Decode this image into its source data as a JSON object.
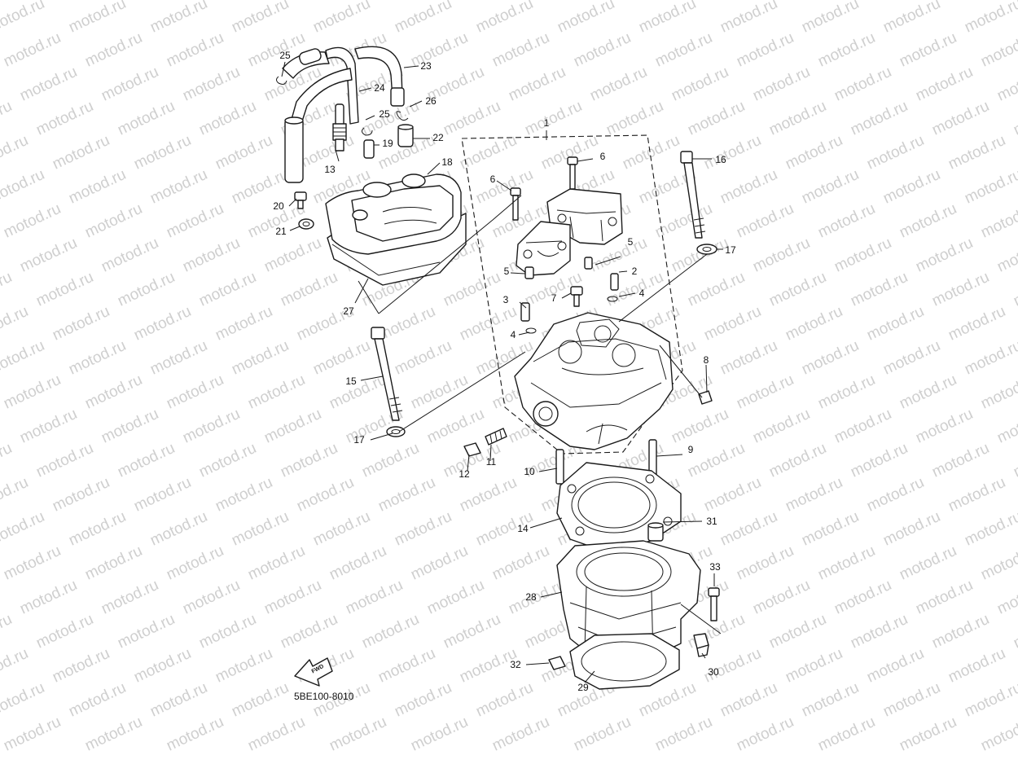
{
  "watermark": "motod.ru",
  "diagram_code": "5BE100-8010",
  "fwd_label": "FWD",
  "callouts": [
    {
      "id": "c1",
      "label": "1"
    },
    {
      "id": "c2",
      "label": "2"
    },
    {
      "id": "c3",
      "label": "3"
    },
    {
      "id": "c4a",
      "label": "4"
    },
    {
      "id": "c4b",
      "label": "4"
    },
    {
      "id": "c5a",
      "label": "5"
    },
    {
      "id": "c5b",
      "label": "5"
    },
    {
      "id": "c6a",
      "label": "6"
    },
    {
      "id": "c6b",
      "label": "6"
    },
    {
      "id": "c7",
      "label": "7"
    },
    {
      "id": "c8",
      "label": "8"
    },
    {
      "id": "c9",
      "label": "9"
    },
    {
      "id": "c10",
      "label": "10"
    },
    {
      "id": "c11",
      "label": "11"
    },
    {
      "id": "c12",
      "label": "12"
    },
    {
      "id": "c13",
      "label": "13"
    },
    {
      "id": "c14",
      "label": "14"
    },
    {
      "id": "c15",
      "label": "15"
    },
    {
      "id": "c16",
      "label": "16"
    },
    {
      "id": "c17a",
      "label": "17"
    },
    {
      "id": "c17b",
      "label": "17"
    },
    {
      "id": "c18",
      "label": "18"
    },
    {
      "id": "c19",
      "label": "19"
    },
    {
      "id": "c20",
      "label": "20"
    },
    {
      "id": "c21",
      "label": "21"
    },
    {
      "id": "c22",
      "label": "22"
    },
    {
      "id": "c23",
      "label": "23"
    },
    {
      "id": "c24",
      "label": "24"
    },
    {
      "id": "c25a",
      "label": "25"
    },
    {
      "id": "c25b",
      "label": "25"
    },
    {
      "id": "c26",
      "label": "26"
    },
    {
      "id": "c27",
      "label": "27"
    },
    {
      "id": "c28",
      "label": "28"
    },
    {
      "id": "c29",
      "label": "29"
    },
    {
      "id": "c30",
      "label": "30"
    },
    {
      "id": "c31",
      "label": "31"
    },
    {
      "id": "c32",
      "label": "32"
    },
    {
      "id": "c33",
      "label": "33"
    }
  ]
}
